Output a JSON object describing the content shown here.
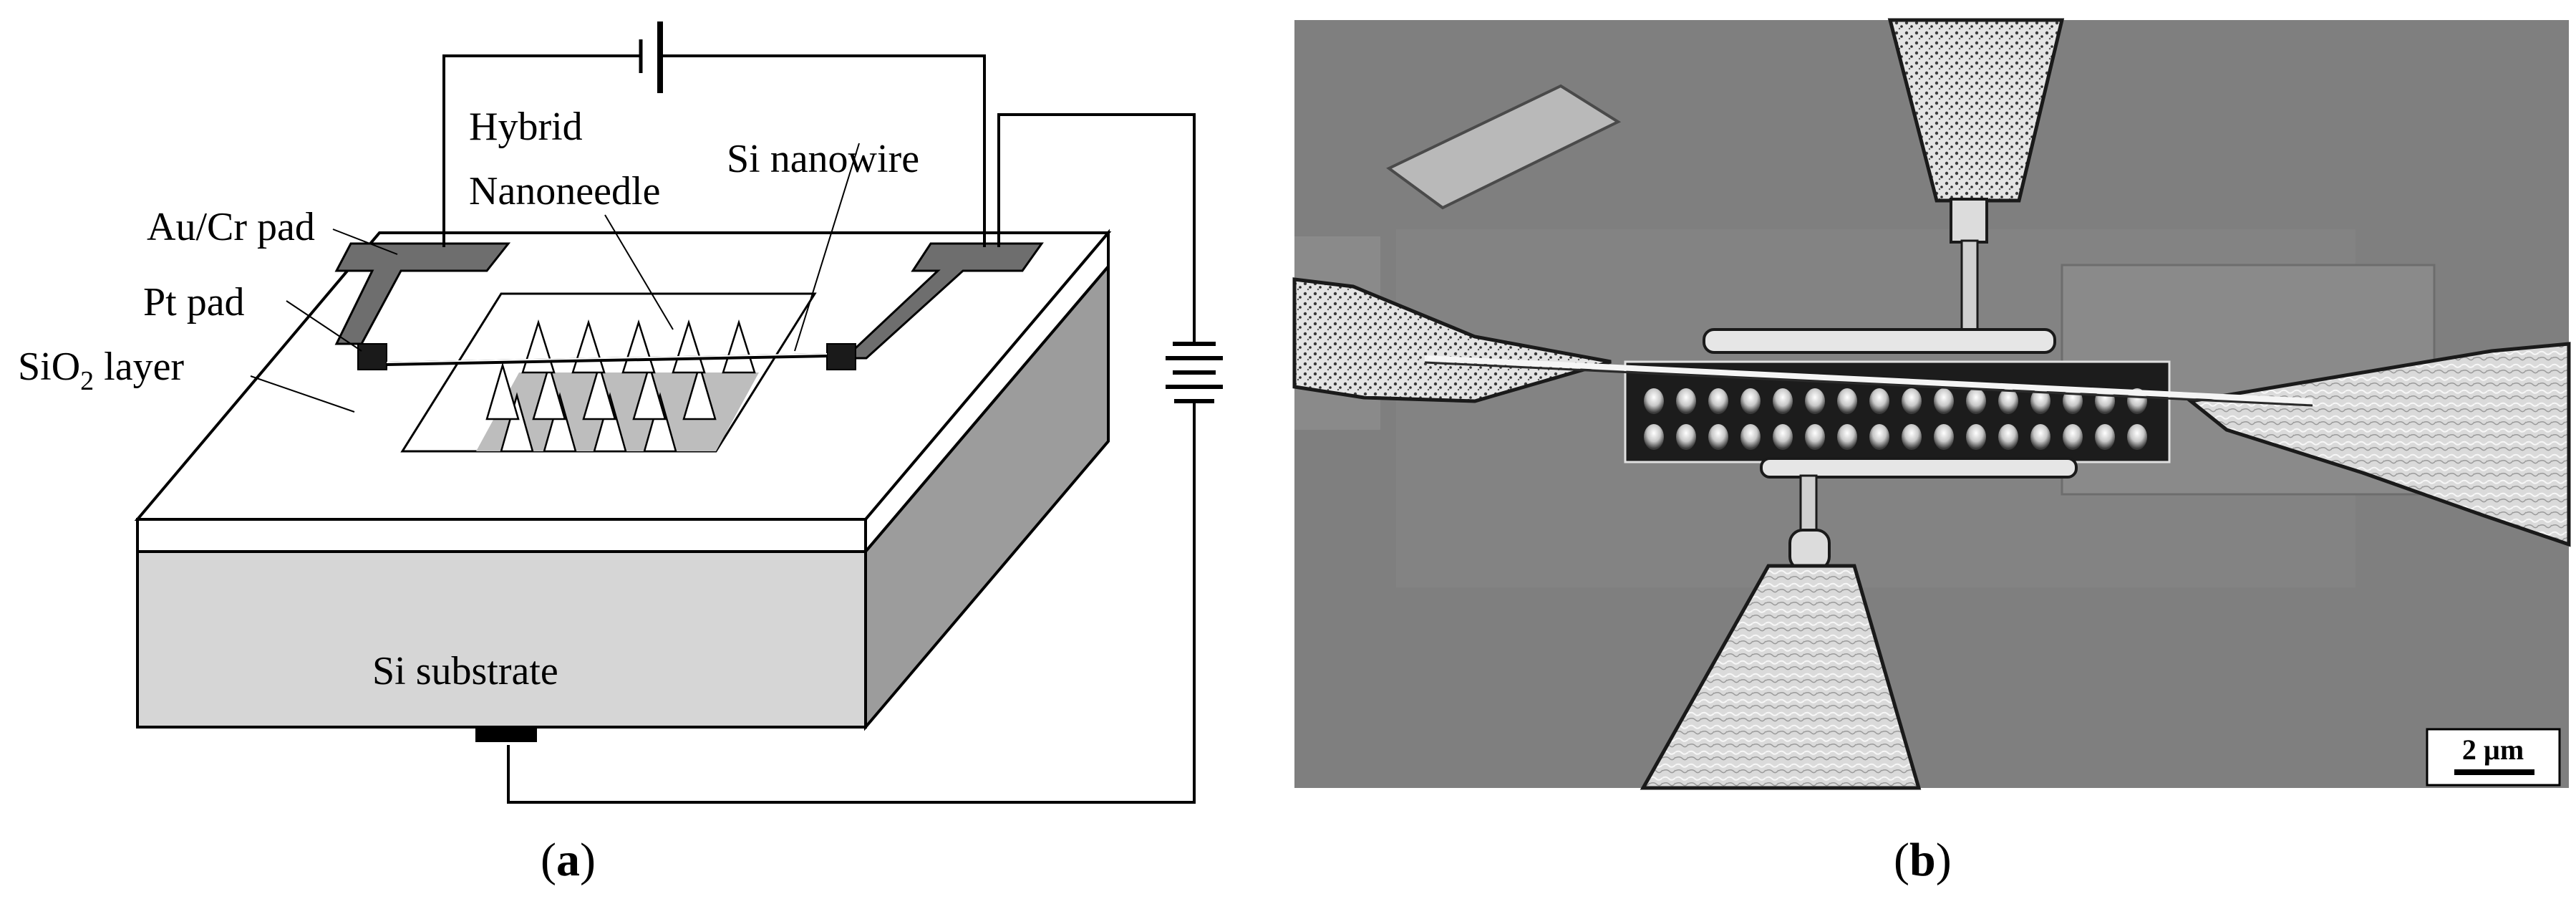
{
  "panel_a": {
    "labels": {
      "hybrid": "Hybrid",
      "nanoneedle": "Nanoneedle",
      "si_nanowire": "Si nanowire",
      "aucr_pad": "Au/Cr pad",
      "pt_pad": "Pt pad",
      "sio2_prefix": "SiO",
      "sio2_sub": "2",
      "sio2_suffix": " layer",
      "si_substrate": "Si substrate"
    },
    "caption_open": "(",
    "caption_letter": "a",
    "caption_close": ")"
  },
  "panel_b": {
    "scale_bar": "2 µm",
    "caption_open": "(",
    "caption_letter": "b",
    "caption_close": ")"
  },
  "colors": {
    "pad_fill": "#6e6e6e",
    "substrate_front": "#d6d6d6",
    "substrate_side": "#9c9c9c",
    "sem_background": "#7f7f7f"
  }
}
